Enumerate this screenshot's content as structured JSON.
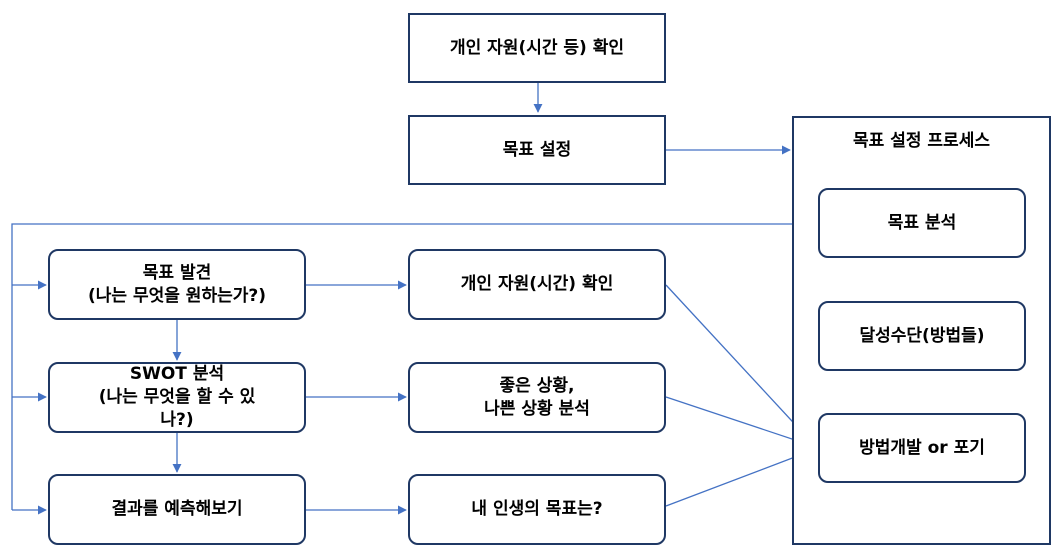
{
  "nodes": {
    "personal_resources_top": "개인 자원(시간 등) 확인",
    "goal_setting": "목표 설정",
    "goal_discovery": "목표 발견\n(나는 무엇을 원하는가?)",
    "swot": "SWOT 분석\n(나는 무엇을 할 수 있\n나?)",
    "predict_results": "결과를 예측해보기",
    "personal_resources_mid": "개인 자원(시간) 확인",
    "situation_analysis": "좋은 상황,\n나쁜 상황 분석",
    "life_goal": "내 인생의 목표는?"
  },
  "process": {
    "title": "목표 설정 프로세스",
    "goal_analysis": "목표 분석",
    "means": "달성수단(방법들)",
    "develop_or_quit": "방법개발 or 포기"
  },
  "colors": {
    "box_border": "#1f3864",
    "arrow": "#4472c4"
  }
}
